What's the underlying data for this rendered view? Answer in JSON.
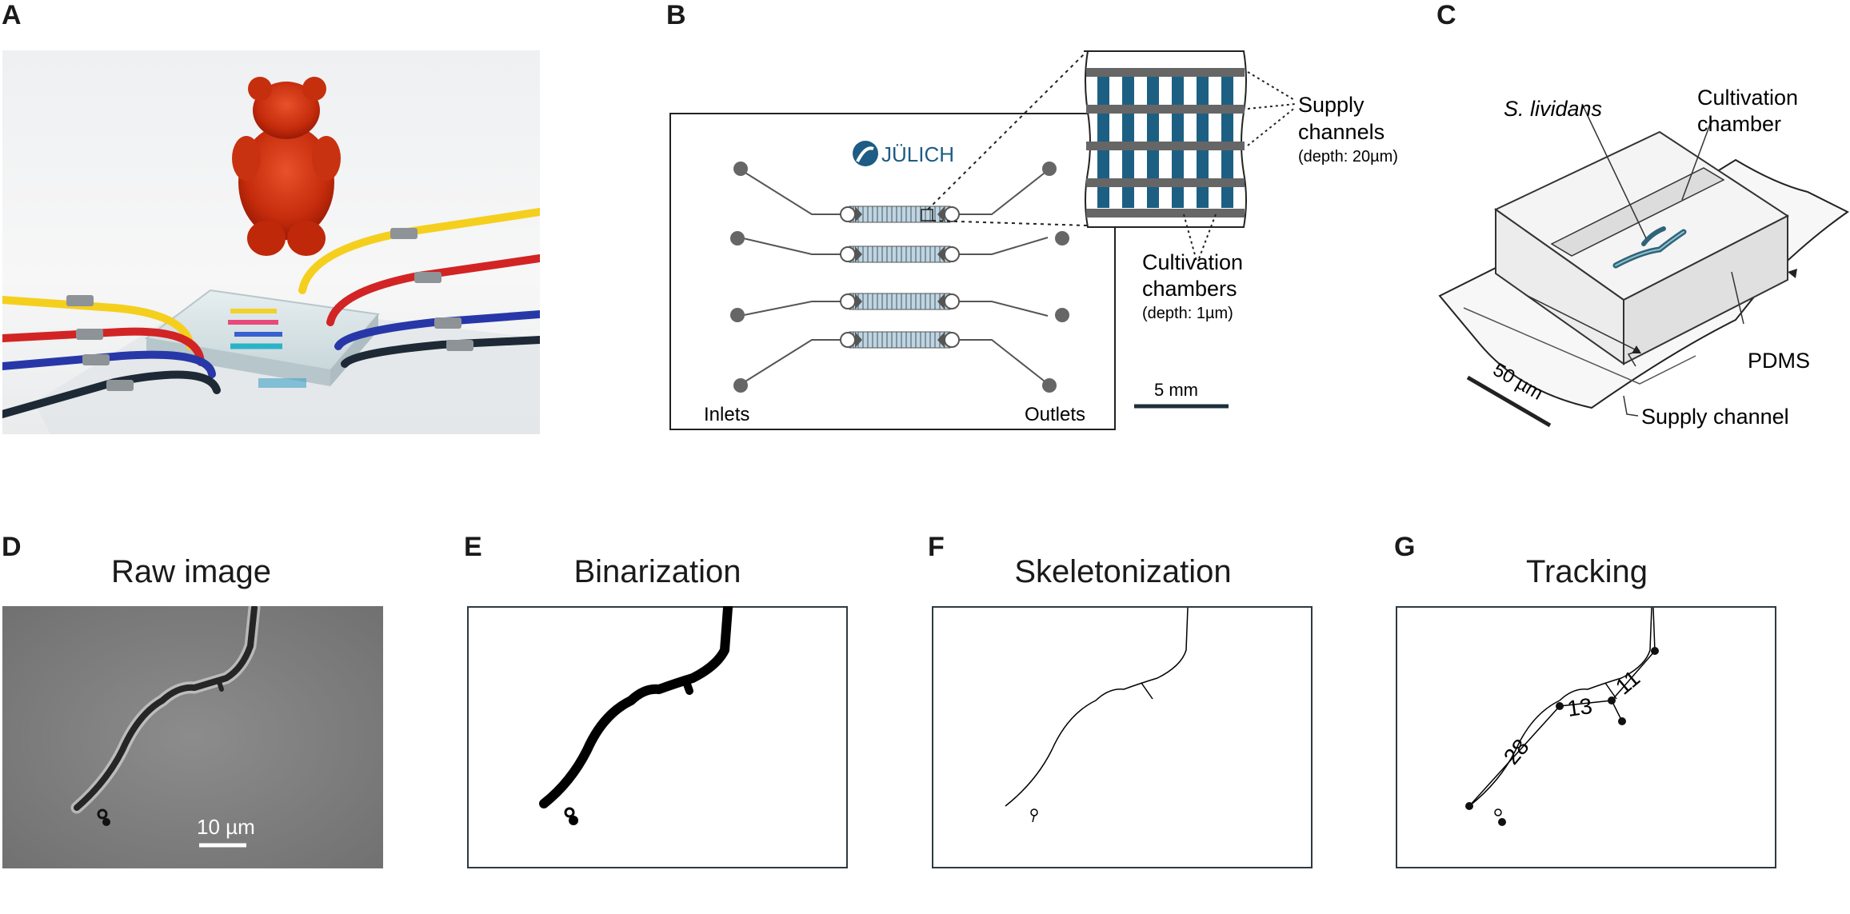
{
  "panel_letters": [
    "A",
    "B",
    "C",
    "D",
    "E",
    "F",
    "G"
  ],
  "panel_b": {
    "logo": "JÜLICH",
    "supply_channels": [
      "Supply",
      "channels",
      "(depth: 20µm)"
    ],
    "cultivation_chambers": [
      "Cultivation",
      "chambers",
      "(depth: 1µm)"
    ],
    "inlets": "Inlets",
    "outlets": "Outlets",
    "scale": "5 mm"
  },
  "panel_c": {
    "organism": "S. lividans",
    "cultivation_chamber": [
      "Cultivation",
      "chamber"
    ],
    "pdms": "PDMS",
    "supply_channel": "Supply channel",
    "scale": "50 µm"
  },
  "titles": {
    "raw": "Raw image",
    "binarization": "Binarization",
    "skeletonization": "Skeletonization",
    "tracking": "Tracking"
  },
  "panel_d": {
    "scale": "10 µm"
  },
  "panel_g": {
    "track_labels": [
      "28",
      "13",
      "11"
    ]
  }
}
